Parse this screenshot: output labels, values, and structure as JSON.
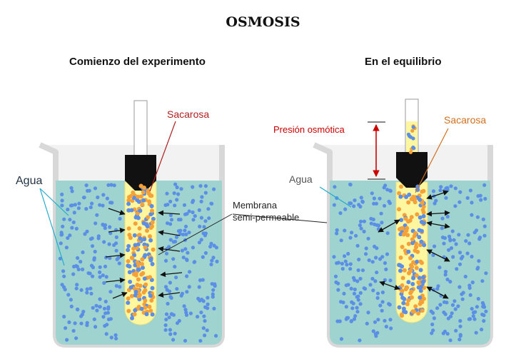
{
  "title": "OSMOSIS",
  "panels": [
    {
      "heading": "Comienzo del experimento",
      "labels": {
        "sucrose": "Sacarosa",
        "water": "Agua",
        "membrane_line1": "Membrana",
        "membrane_line2": "semi-permeable"
      }
    },
    {
      "heading": "En el equilibrio",
      "labels": {
        "sucrose": "Sacarosa",
        "water": "Agua",
        "pressure": "Presión osmótica"
      }
    }
  ],
  "colors": {
    "water": "#9fd3cf",
    "solution": "#fff7a0",
    "water_molecule": "#5b8fe6",
    "sucrose_molecule": "#f5a13a",
    "stopper": "#111111",
    "pressure": "#cc0000",
    "sucrose_label_left": "#b02020",
    "sucrose_label_right": "#d07020",
    "water_label_left": "#223344",
    "water_label_right": "#555555",
    "pointer_line": "#22aacc"
  }
}
